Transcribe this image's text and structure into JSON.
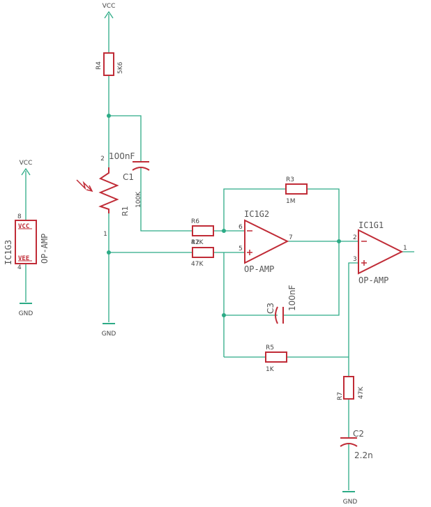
{
  "supply": {
    "vcc_main": "VCC",
    "vcc_pwr": "VCC",
    "gnd_ldr": "GND",
    "gnd_pwr": "GND",
    "gnd_c2": "GND"
  },
  "components": {
    "r4": {
      "name": "R4",
      "value": "5K6"
    },
    "r1": {
      "name": "R1",
      "value": "100K",
      "pin_top": "2",
      "pin_bottom": "1"
    },
    "c1": {
      "name": "C1",
      "value": "100nF"
    },
    "r6": {
      "name": "R6",
      "value": "47K"
    },
    "r2": {
      "name": "R2",
      "value": "47K"
    },
    "r3": {
      "name": "R3",
      "value": "1M"
    },
    "c3": {
      "name": "C3",
      "value": "100nF"
    },
    "r5": {
      "name": "R5",
      "value": "1K"
    },
    "r7": {
      "name": "R7",
      "value": "47K"
    },
    "c2": {
      "name": "C2",
      "value": "2.2n"
    },
    "ic1g2": {
      "name": "IC1G2",
      "value": "OP-AMP",
      "pin_inv": "6",
      "pin_noninv": "5",
      "pin_out": "7",
      "minus": "−",
      "plus": "+"
    },
    "ic1g1": {
      "name": "IC1G1",
      "value": "OP-AMP",
      "pin_inv": "2",
      "pin_noninv": "3",
      "pin_out": "1",
      "minus": "−",
      "plus": "+"
    },
    "ic1g3": {
      "name": "IC1G3",
      "value": "OP-AMP",
      "pin_vcc": "8",
      "pin_vee": "4",
      "label_vcc": "VCC",
      "label_vee": "VEE"
    }
  },
  "colors": {
    "wire": "#2cab86",
    "symbol": "#c02b36",
    "text": "#555555"
  }
}
